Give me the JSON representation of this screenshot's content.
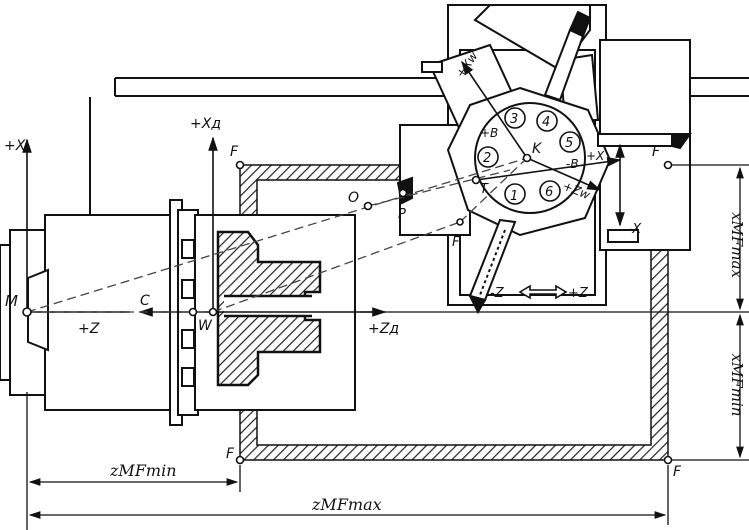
{
  "labels": {
    "axis_plus_x": "+X",
    "axis_plus_x_d": "+Xд",
    "axis_plus_z": "+Z",
    "axis_plus_z_d": "+Zд",
    "axis_x_w": "+Xw",
    "axis_z_w": "+Zw",
    "point_m": "M",
    "point_w": "W",
    "point_c": "C",
    "point_o": "O",
    "point_p": "P",
    "point_k": "K",
    "point_t": "T",
    "point_f": "F",
    "plus_b": "+B",
    "minus_b": "-B",
    "turret_plus_x": "+X",
    "turret_minus_x": "-X",
    "turret_minus_z": "-Z",
    "turret_plus_z": "+Z",
    "tool_1": "1",
    "tool_2": "2",
    "tool_3": "3",
    "tool_4": "4",
    "tool_5": "5",
    "tool_6": "6",
    "dim_z_min": "zMFmin",
    "dim_z_max": "zMFmax",
    "dim_x_max": "xMFmax",
    "dim_x_min": "xMFmin"
  }
}
